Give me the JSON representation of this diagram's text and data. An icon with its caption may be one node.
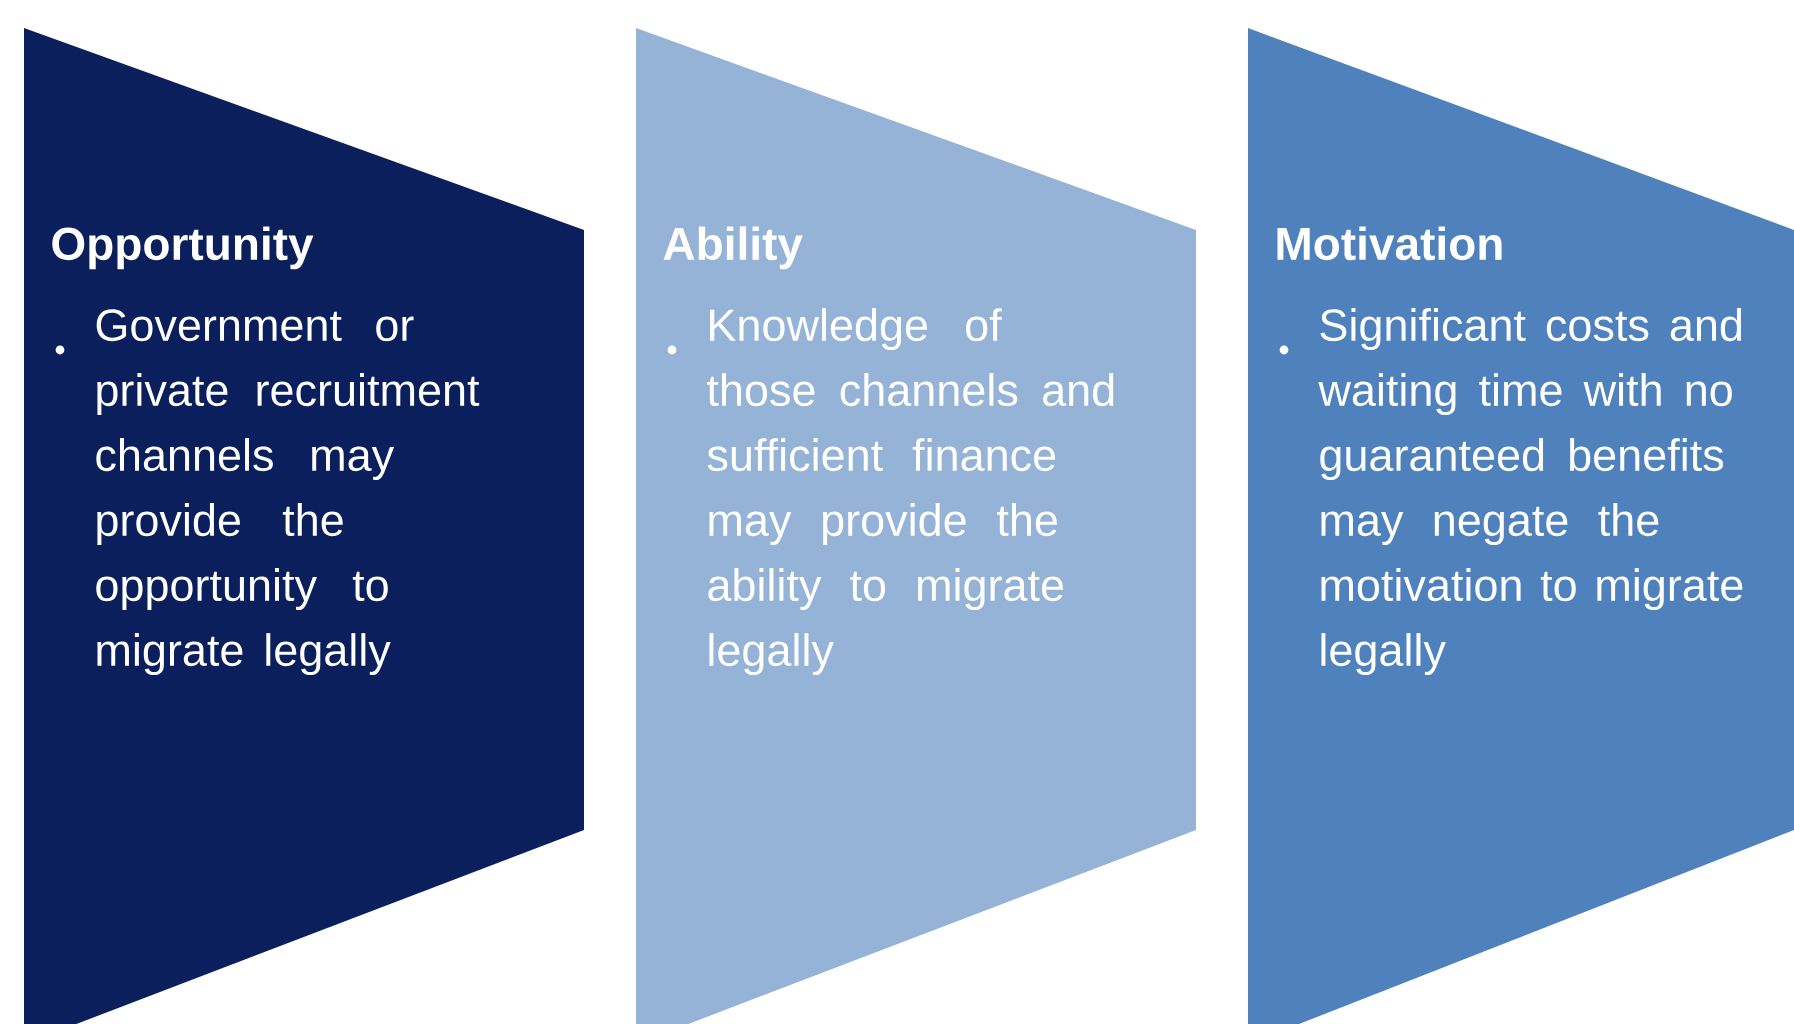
{
  "diagram": {
    "nodes": [
      {
        "text": [
          "Opportunity",
          "Government or private recruitment channels may provide the opportunity to migrate legally"
        ]
      },
      {
        "text": [
          "Ability",
          "Knowledge of those channels and sufficient finance may provide the ability to migrate legally"
        ]
      },
      {
        "text": [
          "Motivation",
          "Significant costs and waiting time with no guaranteed benefits may negate the motivation to migrate legally"
        ]
      }
    ]
  }
}
